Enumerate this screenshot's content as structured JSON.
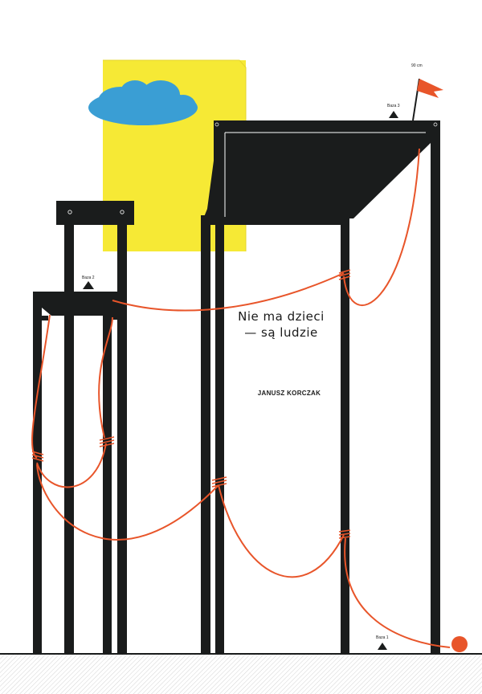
{
  "poster": {
    "title_line1": "Nie ma dzieci",
    "title_line2": "— są ludzie",
    "author": "JANUSZ KORCZAK"
  },
  "markers": {
    "baza1": "Baza 1",
    "baza2": "Baza 2",
    "baza3": "Baza 3",
    "height": "90 cm"
  },
  "colors": {
    "frame": "#1a1c1c",
    "sun": "#f6e935",
    "cloud": "#3a9ed4",
    "rope": "#e8552a",
    "flag": "#e8552a",
    "ground": "#eeeeee"
  }
}
